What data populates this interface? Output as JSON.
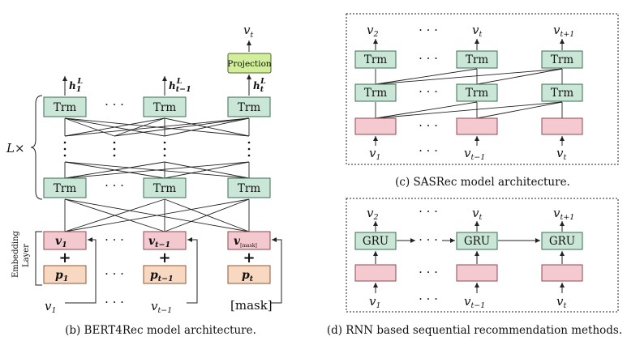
{
  "bert": {
    "top_output": "v",
    "top_output_sub": "t",
    "projection": "Projection",
    "h1": "h",
    "h1_sub": "1",
    "h1_sup": "L",
    "h2": "h",
    "h2_sub": "t−1",
    "h2_sup": "L",
    "h3": "h",
    "h3_sub": "t",
    "h3_sup": "L",
    "trm": "Trm",
    "dots": "· · ·",
    "l_times": "L×",
    "embedding_layer": [
      "Embedding",
      "Layer"
    ],
    "emb_v1": "v",
    "emb_v1_sub": "1",
    "emb_v2": "v",
    "emb_v2_sub": "t−1",
    "emb_v3": "v",
    "emb_v3_sub": "[mask]",
    "plus": "+",
    "pos_p1": "p",
    "pos_p1_sub": "1",
    "pos_p2": "p",
    "pos_p2_sub": "t−1",
    "pos_p3": "p",
    "pos_p3_sub": "t",
    "in1": "v",
    "in1_sub": "1",
    "in2": "v",
    "in2_sub": "t−1",
    "in3": "[mask]",
    "caption": "(b) BERT4Rec model architecture."
  },
  "sasrec": {
    "out1": "v",
    "out1_sub": "2",
    "out2": "v",
    "out2_sub": "t",
    "out3": "v",
    "out3_sub": "t+1",
    "trm": "Trm",
    "dots": "· · ·",
    "in1": "v",
    "in1_sub": "1",
    "in2": "v",
    "in2_sub": "t−1",
    "in3": "v",
    "in3_sub": "t",
    "caption": "(c) SASRec model architecture."
  },
  "rnn": {
    "out1": "v",
    "out1_sub": "2",
    "out2": "v",
    "out2_sub": "t",
    "out3": "v",
    "out3_sub": "t+1",
    "gru": "GRU",
    "dots": "· · ·",
    "in1": "v",
    "in1_sub": "1",
    "in2": "v",
    "in2_sub": "t−1",
    "in3": "v",
    "in3_sub": "t",
    "caption": "(d) RNN based sequential recommendation methods."
  },
  "colors": {
    "trm_fill": "#c9e6d6",
    "trm_stroke": "#3d6b55",
    "proj_fill": "#d3ee9a",
    "emb_fill": "#f3c9cf",
    "pos_fill": "#f9d8c2",
    "pink_fill": "#f4c9cf"
  }
}
